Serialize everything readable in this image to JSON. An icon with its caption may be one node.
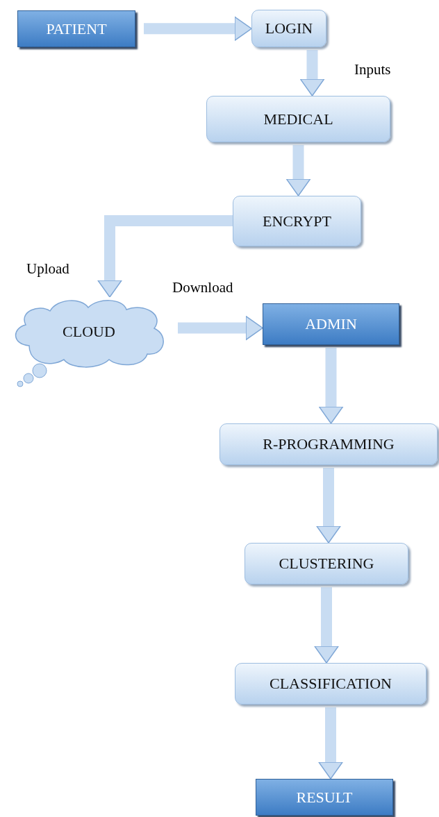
{
  "diagram": {
    "nodes": [
      {
        "text": [
          "PATIENT"
        ]
      },
      {
        "text": [
          "LOGIN"
        ]
      },
      {
        "text": [
          "MEDICAL"
        ]
      },
      {
        "text": [
          "ENCRYPT"
        ]
      },
      {
        "text": [
          "CLOUD"
        ]
      },
      {
        "text": [
          "ADMIN"
        ]
      },
      {
        "text": [
          "R-PROGRAMMING"
        ]
      },
      {
        "text": [
          "CLUSTERING"
        ]
      },
      {
        "text": [
          "CLASSIFICATION"
        ]
      },
      {
        "text": [
          "RESULT"
        ]
      }
    ],
    "edges": [
      {
        "from": 0,
        "to": 1,
        "arrow": "to"
      },
      {
        "from": 1,
        "to": 2,
        "arrow": "to"
      },
      {
        "from": 2,
        "to": 3,
        "arrow": "to"
      },
      {
        "from": 3,
        "to": 4,
        "arrow": "to"
      },
      {
        "from": 4,
        "to": 5,
        "arrow": "to"
      },
      {
        "from": 5,
        "to": 6,
        "arrow": "to"
      },
      {
        "from": 6,
        "to": 7,
        "arrow": "to"
      },
      {
        "from": 7,
        "to": 8,
        "arrow": "to"
      },
      {
        "from": 8,
        "to": 9,
        "arrow": "to"
      }
    ],
    "labels": [
      "Inputs",
      "Upload",
      "Download"
    ]
  }
}
